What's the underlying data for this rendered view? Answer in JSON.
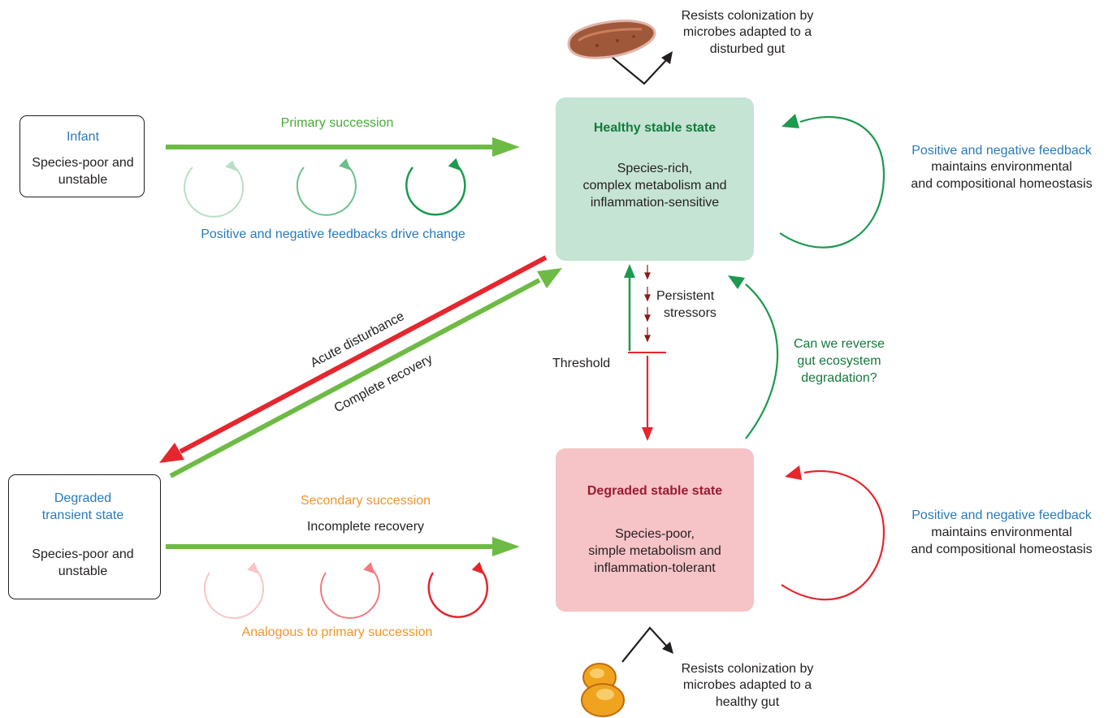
{
  "infant_box": {
    "title": "Infant",
    "line1": "Species-poor and",
    "line2": "unstable"
  },
  "degraded_transient_box": {
    "title1": "Degraded",
    "title2": "transient state",
    "line1": "Species-poor and",
    "line2": "unstable"
  },
  "healthy_state": {
    "title": "Healthy stable state",
    "line1": "Species-rich,",
    "line2": "complex metabolism and",
    "line3": "inflammation-sensitive"
  },
  "degraded_state": {
    "title": "Degraded stable state",
    "line1": "Species-poor,",
    "line2": "simple metabolism and",
    "line3": "inflammation-tolerant"
  },
  "labels": {
    "primary_succession": "Primary succession",
    "feedbacks_drive_change": "Positive and negative feedbacks drive change",
    "secondary_succession": "Secondary succession",
    "incomplete_recovery": "Incomplete recovery",
    "analogous": "Analogous to primary succession",
    "acute_disturbance": "Acute disturbance",
    "complete_recovery": "Complete recovery",
    "persistent_stressors_1": "Persistent",
    "persistent_stressors_2": "stressors",
    "threshold": "Threshold",
    "reverse_1": "Can we reverse",
    "reverse_2": "gut ecosystem",
    "reverse_3": "degradation?"
  },
  "feedback_top": {
    "line1": "Positive and negative feedback",
    "line2": "maintains environmental",
    "line3": "and compositional homeostasis"
  },
  "feedback_bottom": {
    "line1": "Positive and negative feedback",
    "line2": "maintains environmental",
    "line3": "and compositional homeostasis"
  },
  "resist_top": {
    "line1": "Resists colonization by",
    "line2": "microbes adapted to a",
    "line3": "disturbed gut"
  },
  "resist_bottom": {
    "line1": "Resists colonization by",
    "line2": "microbes adapted to a",
    "line3": "healthy gut"
  },
  "colors": {
    "healthy_fill": "#c5e4d4",
    "degraded_fill": "#f6c3c6",
    "arrow_green_light": "#6dbb45",
    "arrow_green_dark": "#1c9a4e",
    "arrow_red": "#e5262d",
    "stressor_dark_red": "#8b1a1a",
    "blue_text": "#2a7ab8",
    "orange_text": "#f0952e"
  }
}
